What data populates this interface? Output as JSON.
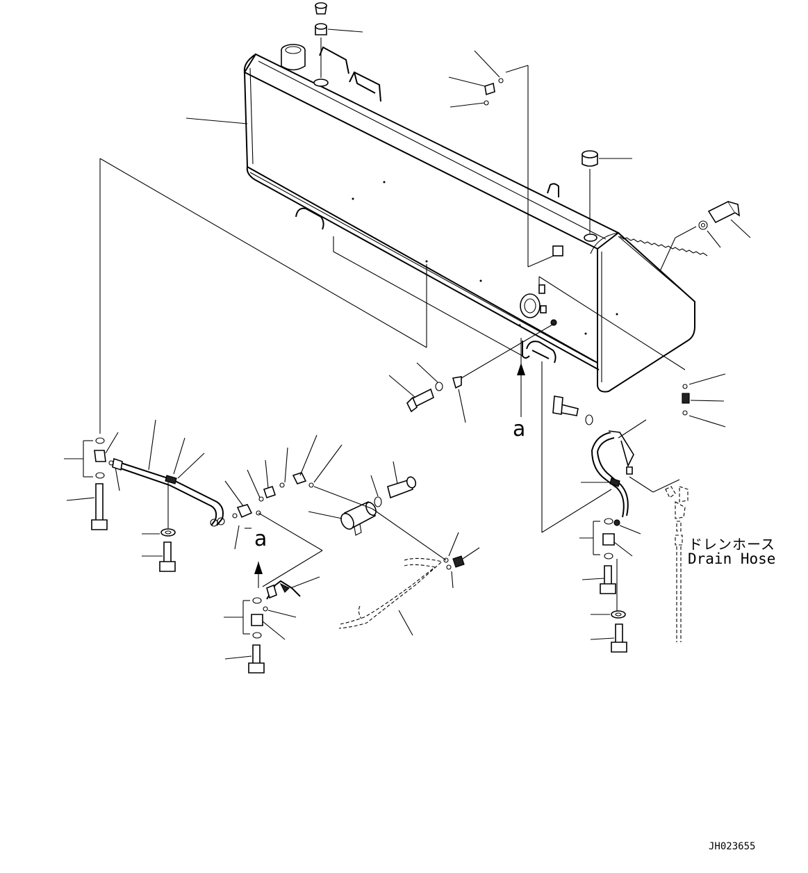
{
  "labels": {
    "drain_hose_jp": "ドレンホース",
    "drain_hose_en": "Drain Hose",
    "view_marker": "a",
    "drawing_code": "JH023655"
  }
}
